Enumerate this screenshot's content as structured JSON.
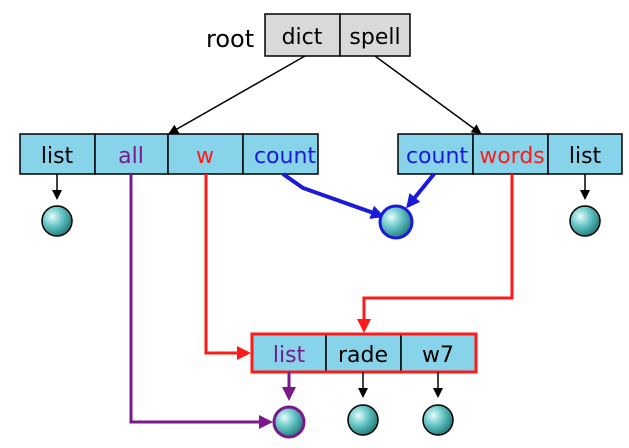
{
  "colors": {
    "cell_fill": "#87d3ea",
    "header_fill": "#d9d9d9",
    "black": "#000000",
    "blue": "#1a1adb",
    "red": "#ff1a1a",
    "purple": "#7a1a8a"
  },
  "root": {
    "label": "root",
    "cells": [
      "dict",
      "spell"
    ]
  },
  "left_node": {
    "cells": [
      {
        "text": "list",
        "color": "black"
      },
      {
        "text": "all",
        "color": "purple"
      },
      {
        "text": "w",
        "color": "red"
      },
      {
        "text": "count",
        "color": "blue"
      }
    ]
  },
  "right_node": {
    "cells": [
      {
        "text": "count",
        "color": "blue"
      },
      {
        "text": "words",
        "color": "red"
      },
      {
        "text": "list",
        "color": "black"
      }
    ]
  },
  "bottom_node": {
    "cells": [
      {
        "text": "list",
        "color": "purple"
      },
      {
        "text": "rade",
        "color": "black"
      },
      {
        "text": "w7",
        "color": "black"
      }
    ]
  }
}
